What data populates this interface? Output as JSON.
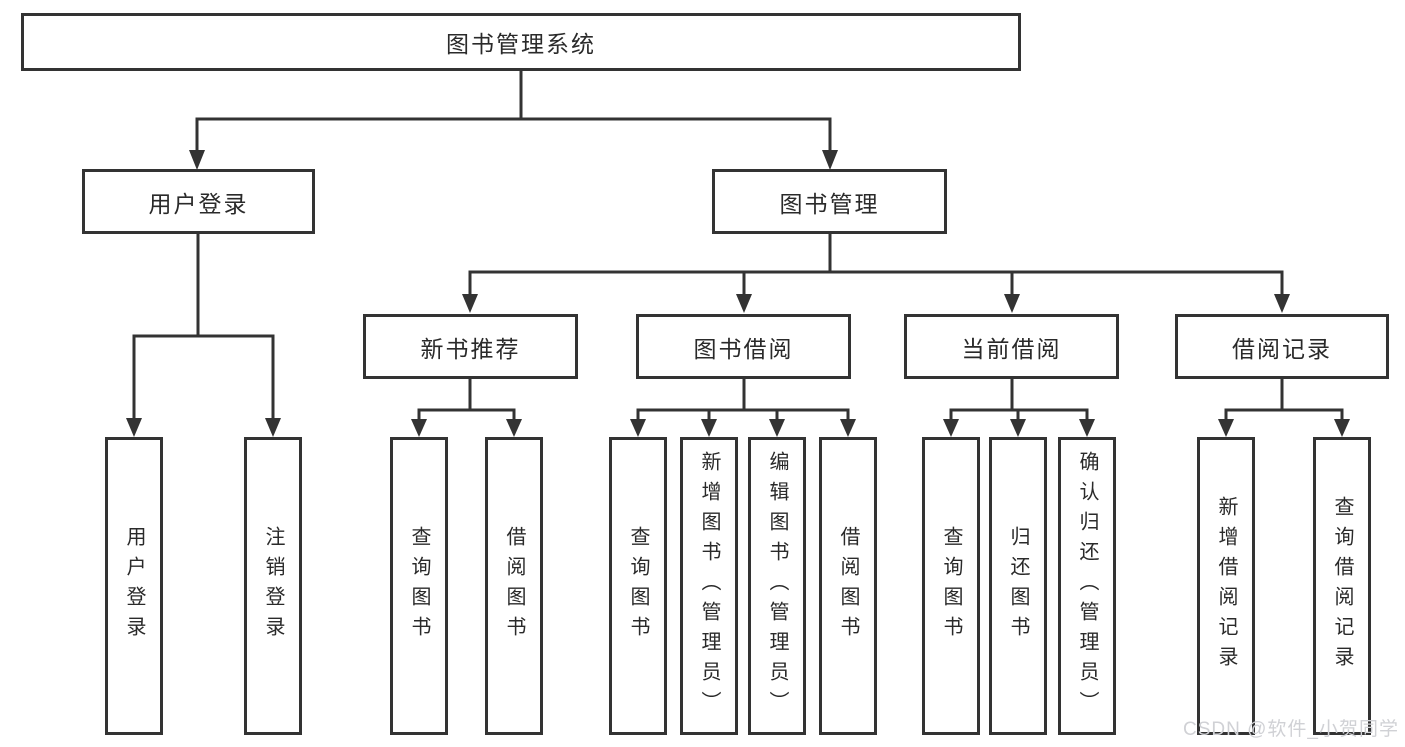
{
  "diagram": {
    "root": {
      "label": "图书管理系统"
    },
    "user_login_branch": {
      "label": "用户登录",
      "children": [
        {
          "label": "用户登录"
        },
        {
          "label": "注销登录"
        }
      ]
    },
    "book_mgmt_branch": {
      "label": "图书管理",
      "sections": [
        {
          "label": "新书推荐",
          "children": [
            {
              "label": "查询图书"
            },
            {
              "label": "借阅图书"
            }
          ]
        },
        {
          "label": "图书借阅",
          "children": [
            {
              "label": "查询图书"
            },
            {
              "label": "新增图书（管理员）"
            },
            {
              "label": "编辑图书（管理员）"
            },
            {
              "label": "借阅图书"
            }
          ]
        },
        {
          "label": "当前借阅",
          "children": [
            {
              "label": "查询图书"
            },
            {
              "label": "归还图书"
            },
            {
              "label": "确认归还（管理员）"
            }
          ]
        },
        {
          "label": "借阅记录",
          "children": [
            {
              "label": "新增借阅记录"
            },
            {
              "label": "查询借阅记录"
            }
          ]
        }
      ]
    }
  },
  "watermark": {
    "text": "CSDN @软件_小贺同学"
  },
  "colors": {
    "line": "#333333",
    "text": "#2a2a2a",
    "background": "#ffffff",
    "watermark": "#d0d1d5"
  }
}
